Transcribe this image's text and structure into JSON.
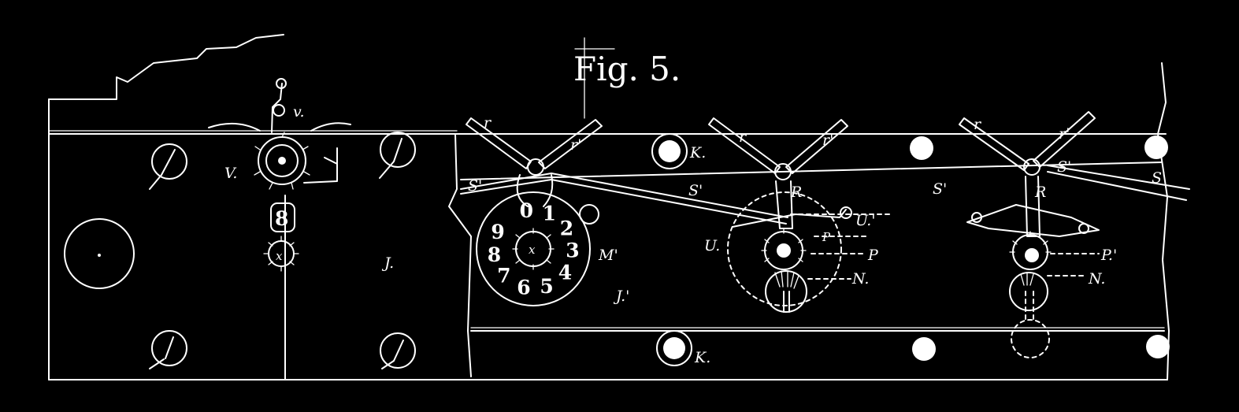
{
  "figure": {
    "title": "Fig. 5.",
    "colors": {
      "background": "#000000",
      "ink": "#ffffff"
    }
  },
  "labels": {
    "v": "v.",
    "V": "V.",
    "eight": "8",
    "x_small": "x",
    "J": "J.",
    "J_prime": "J.'",
    "x_dial": "x",
    "M_prime": "M'",
    "K_top": "K.",
    "K_bottom": "K.",
    "r_left": "r",
    "r_prime_left": "r'",
    "S_prime_left": "S'",
    "S_prime_mid_left": "S'",
    "r_mid": "r",
    "r_prime_mid": "r'",
    "S_prime_mid": "S'",
    "R_mid": "R",
    "U_prime": "U.'",
    "U": "U.",
    "P_small_mid": "P",
    "P_mid": "P",
    "N_mid": "N.",
    "r_right": "r",
    "r_prime_right": "r'",
    "S_prime_right": "S'",
    "S_prime_far_right": "S'",
    "R_right": "R",
    "P_prime_right": "P.'",
    "N_right": "N.",
    "dial_digits": [
      "0",
      "1",
      "2",
      "3",
      "4",
      "5",
      "6",
      "7",
      "8",
      "9"
    ]
  }
}
